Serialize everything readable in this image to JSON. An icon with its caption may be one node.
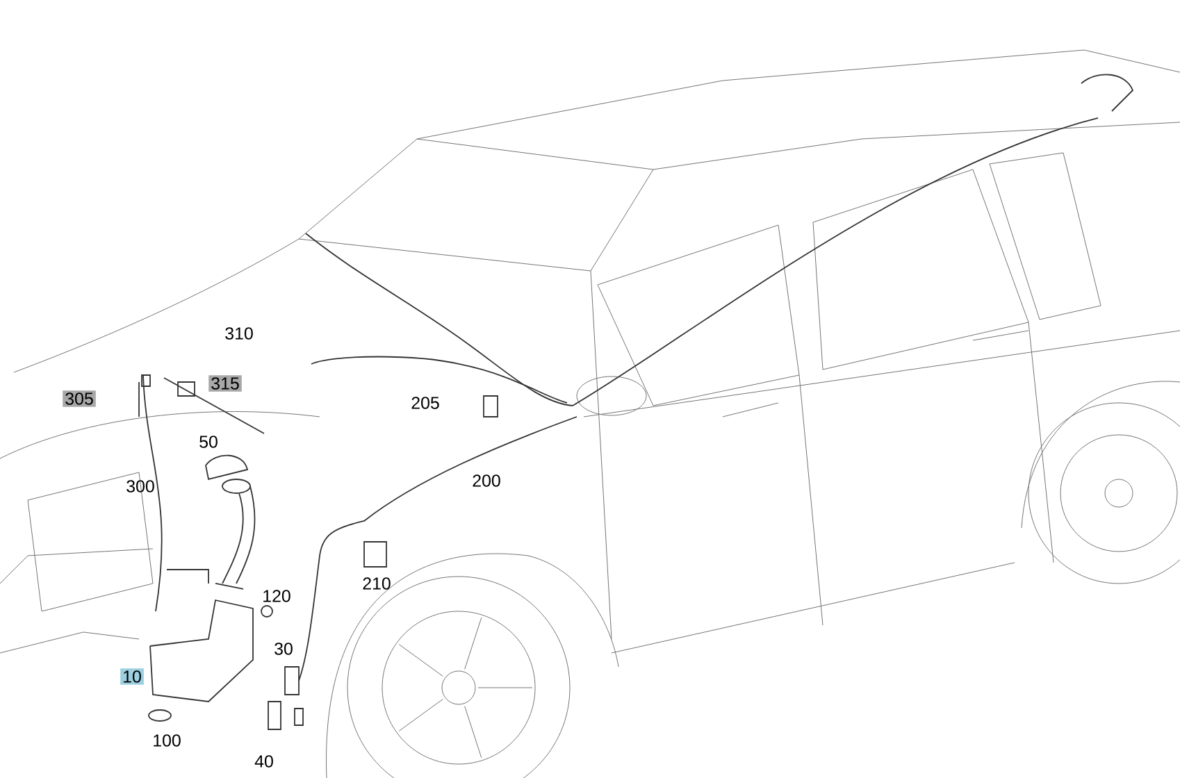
{
  "diagram": {
    "labels": [
      "310",
      "305",
      "315",
      "205",
      "50",
      "200",
      "300",
      "210",
      "120",
      "30",
      "10",
      "100",
      "40"
    ]
  }
}
